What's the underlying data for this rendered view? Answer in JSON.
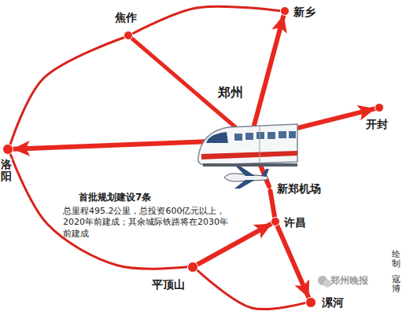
{
  "diagram": {
    "nodes": [
      {
        "text": [
          "新乡"
        ]
      },
      {
        "text": [
          "焦作"
        ]
      },
      {
        "text": [
          "郑州"
        ]
      },
      {
        "text": [
          "开封"
        ]
      },
      {
        "text": [
          "洛阳"
        ]
      },
      {
        "text": [
          "新郑机场"
        ]
      },
      {
        "text": [
          "许昌"
        ]
      },
      {
        "text": [
          "平顶山"
        ]
      },
      {
        "text": [
          "漯河"
        ]
      }
    ],
    "edges": [
      {
        "from": 2,
        "to": 0,
        "arrow": "to"
      },
      {
        "from": 2,
        "to": 1,
        "arrow": "none"
      },
      {
        "from": 2,
        "to": 3,
        "arrow": "to"
      },
      {
        "from": 2,
        "to": 4,
        "arrow": "to"
      },
      {
        "from": 2,
        "to": 5,
        "arrow": "none"
      },
      {
        "from": 5,
        "to": 6,
        "arrow": "none"
      },
      {
        "from": 6,
        "to": 8,
        "arrow": "to"
      },
      {
        "from": 7,
        "to": 6,
        "arrow": "to"
      },
      {
        "from": 4,
        "to": 1,
        "arrow": "none"
      },
      {
        "from": 1,
        "to": 0,
        "arrow": "none"
      },
      {
        "from": 4,
        "to": 7,
        "arrow": "none"
      },
      {
        "from": 7,
        "to": 8,
        "arrow": "none"
      }
    ],
    "labels": [
      "首批规划建设7条",
      "总里程495.2公里，总投资600亿元以上，2020年前建成；其余城际铁路将在2030年前建成",
      "郑州晚报",
      "绘制",
      "寇博"
    ]
  }
}
